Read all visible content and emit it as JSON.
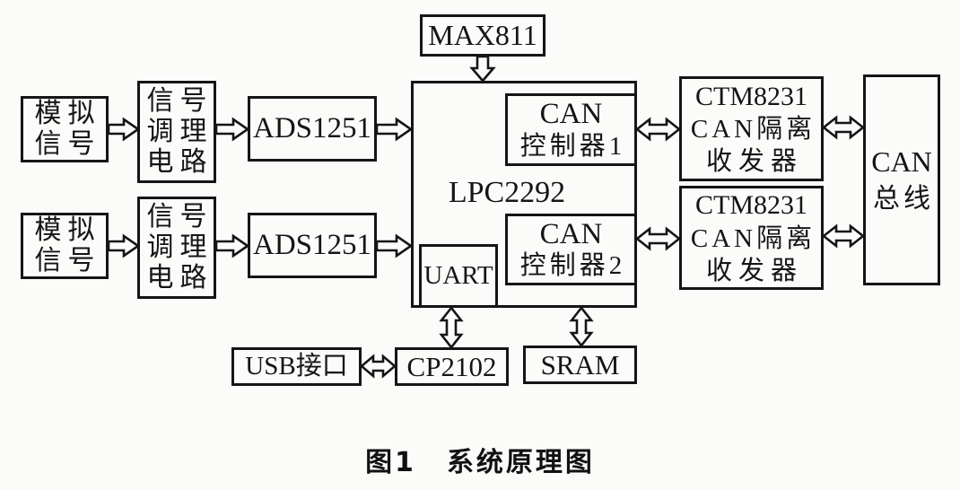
{
  "figure": {
    "caption_label": "图1",
    "caption_title": "系统原理图"
  },
  "colors": {
    "ink": "#151515",
    "paper": "#fbfbf9"
  },
  "nodes": {
    "analog_signal_1": {
      "lines": [
        "模拟",
        "信号"
      ]
    },
    "signal_conditioning_1": {
      "lines": [
        "信号",
        "调理",
        "电路"
      ]
    },
    "adc_1": {
      "label": "ADS1251"
    },
    "analog_signal_2": {
      "lines": [
        "模拟",
        "信号"
      ]
    },
    "signal_conditioning_2": {
      "lines": [
        "信号",
        "调理",
        "电路"
      ]
    },
    "adc_2": {
      "label": "ADS1251"
    },
    "max811": {
      "label": "MAX811"
    },
    "lpc2292": {
      "label": "LPC2292"
    },
    "can_controller_1": {
      "lines": [
        "CAN",
        "控制器1"
      ]
    },
    "can_controller_2": {
      "lines": [
        "CAN",
        "控制器2"
      ]
    },
    "uart": {
      "label": "UART"
    },
    "can_transceiver_1": {
      "lines": [
        "CTM8231",
        "CAN隔离",
        "收发器"
      ]
    },
    "can_transceiver_2": {
      "lines": [
        "CTM8231",
        "CAN隔离",
        "收发器"
      ]
    },
    "can_bus": {
      "lines": [
        "CAN",
        "总线"
      ]
    },
    "usb_port": {
      "label": "USB接口"
    },
    "cp2102": {
      "label": "CP2102"
    },
    "sram": {
      "label": "SRAM"
    }
  },
  "edges": [
    {
      "from": "analog_signal_1",
      "to": "signal_conditioning_1",
      "direction": "one-way"
    },
    {
      "from": "signal_conditioning_1",
      "to": "adc_1",
      "direction": "one-way"
    },
    {
      "from": "adc_1",
      "to": "lpc2292",
      "direction": "one-way"
    },
    {
      "from": "analog_signal_2",
      "to": "signal_conditioning_2",
      "direction": "one-way"
    },
    {
      "from": "signal_conditioning_2",
      "to": "adc_2",
      "direction": "one-way"
    },
    {
      "from": "adc_2",
      "to": "lpc2292",
      "direction": "one-way"
    },
    {
      "from": "max811",
      "to": "lpc2292",
      "direction": "one-way"
    },
    {
      "from": "can_controller_1",
      "to": "can_transceiver_1",
      "direction": "two-way"
    },
    {
      "from": "can_controller_2",
      "to": "can_transceiver_2",
      "direction": "two-way"
    },
    {
      "from": "can_transceiver_1",
      "to": "can_bus",
      "direction": "two-way"
    },
    {
      "from": "can_transceiver_2",
      "to": "can_bus",
      "direction": "two-way"
    },
    {
      "from": "uart",
      "to": "cp2102",
      "direction": "two-way"
    },
    {
      "from": "lpc2292",
      "to": "sram",
      "direction": "two-way"
    },
    {
      "from": "usb_port",
      "to": "cp2102",
      "direction": "two-way"
    }
  ]
}
